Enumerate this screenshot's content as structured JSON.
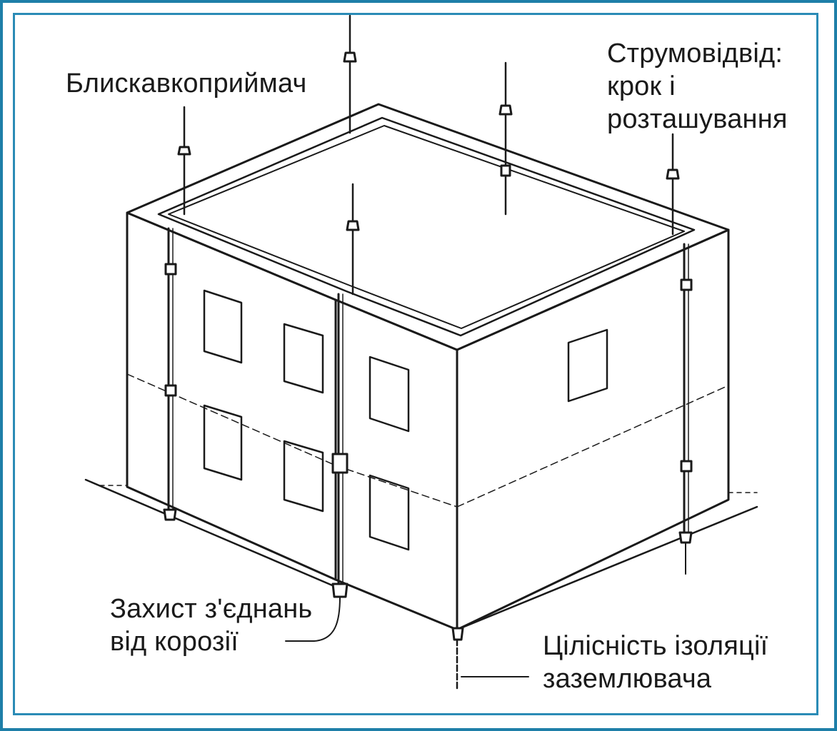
{
  "diagram": {
    "labels": {
      "air_terminal": "Блискавкоприймач",
      "down_conductor": "Струмовідвід:\nкрок і\nрозташування",
      "joint_protection": "Захист з'єднань\nвід корозії",
      "earth_insulation": "Цілісність ізоляції\nзаземлювача"
    }
  },
  "colors": {
    "frame": "#1e7fa8",
    "ink": "#1a1a1a",
    "paper": "#ffffff"
  }
}
